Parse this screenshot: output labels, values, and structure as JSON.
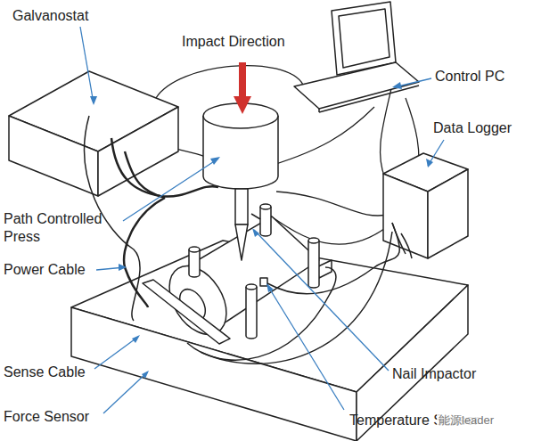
{
  "diagram": {
    "labels": [
      "Galvanostat",
      "Impact Direction",
      "Control PC",
      "Data Logger",
      "Path Controlled Press",
      "Power Cable",
      "Sense Cable",
      "Force Sensor",
      "Nail Impactor",
      "Temperature Sensor",
      "能源leader"
    ]
  }
}
